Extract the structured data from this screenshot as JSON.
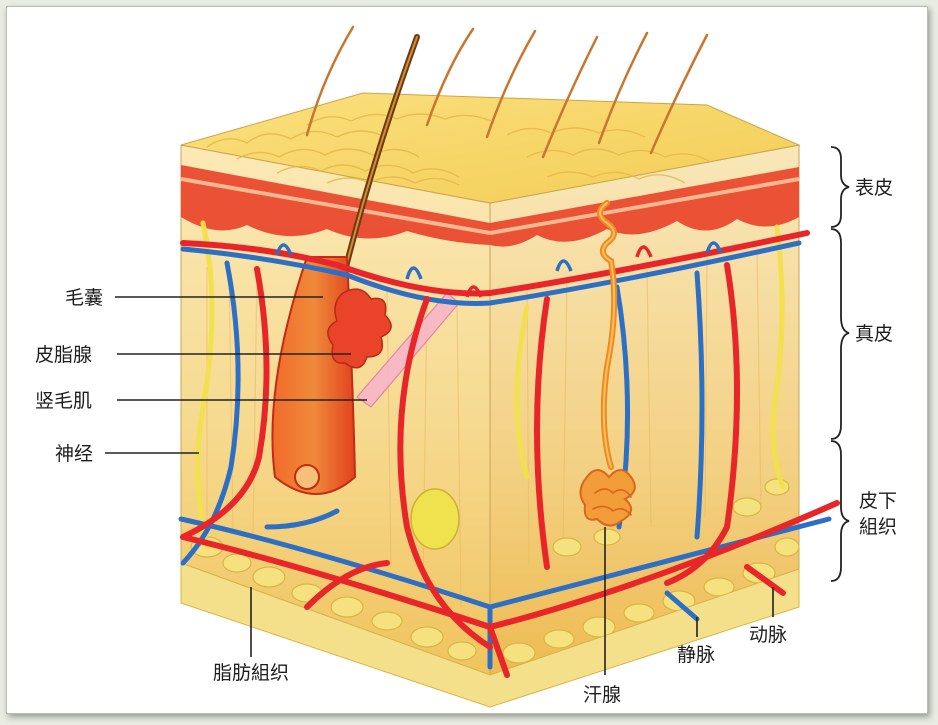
{
  "labels": {
    "hair_follicle": "毛囊",
    "sebaceous_gland": "皮脂腺",
    "arrector_pili": "竖毛肌",
    "nerve": "神经",
    "fat_tissue": "脂肪組织",
    "sweat_gland": "汗腺",
    "vein": "静脉",
    "artery": "动脉",
    "epidermis": "表皮",
    "dermis": "真皮",
    "subcutaneous_line1": "皮下",
    "subcutaneous_line2": "組织"
  },
  "colors": {
    "epidermis": "#f7d97a",
    "dermis": "#f6e2a6",
    "fat": "#f3df7a",
    "artery": "#e8262a",
    "vein": "#2d6fc4",
    "nerve": "#f2e34a",
    "follicle": "#e94e23",
    "sweat_gland": "#f08a1f"
  }
}
